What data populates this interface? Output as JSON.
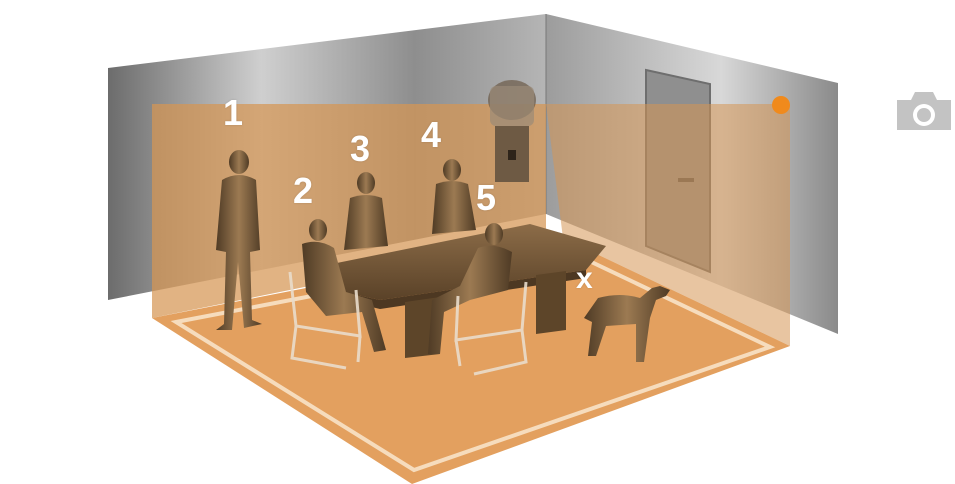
{
  "markers": {
    "m1": "1",
    "m2": "2",
    "m3": "3",
    "m4": "4",
    "m5": "5",
    "mx": "x"
  },
  "icons": {
    "camera": "camera-icon",
    "sensor": "sensor-dot-icon"
  },
  "colors": {
    "floor": "#e3a05f",
    "floor_border": "#f6dcbd",
    "detection_zone": "#d69553",
    "sensor": "#f08a1c",
    "figures": "#7a5a38",
    "walls": "#9a9a9a",
    "camera_icon": "#c3c3c3"
  }
}
